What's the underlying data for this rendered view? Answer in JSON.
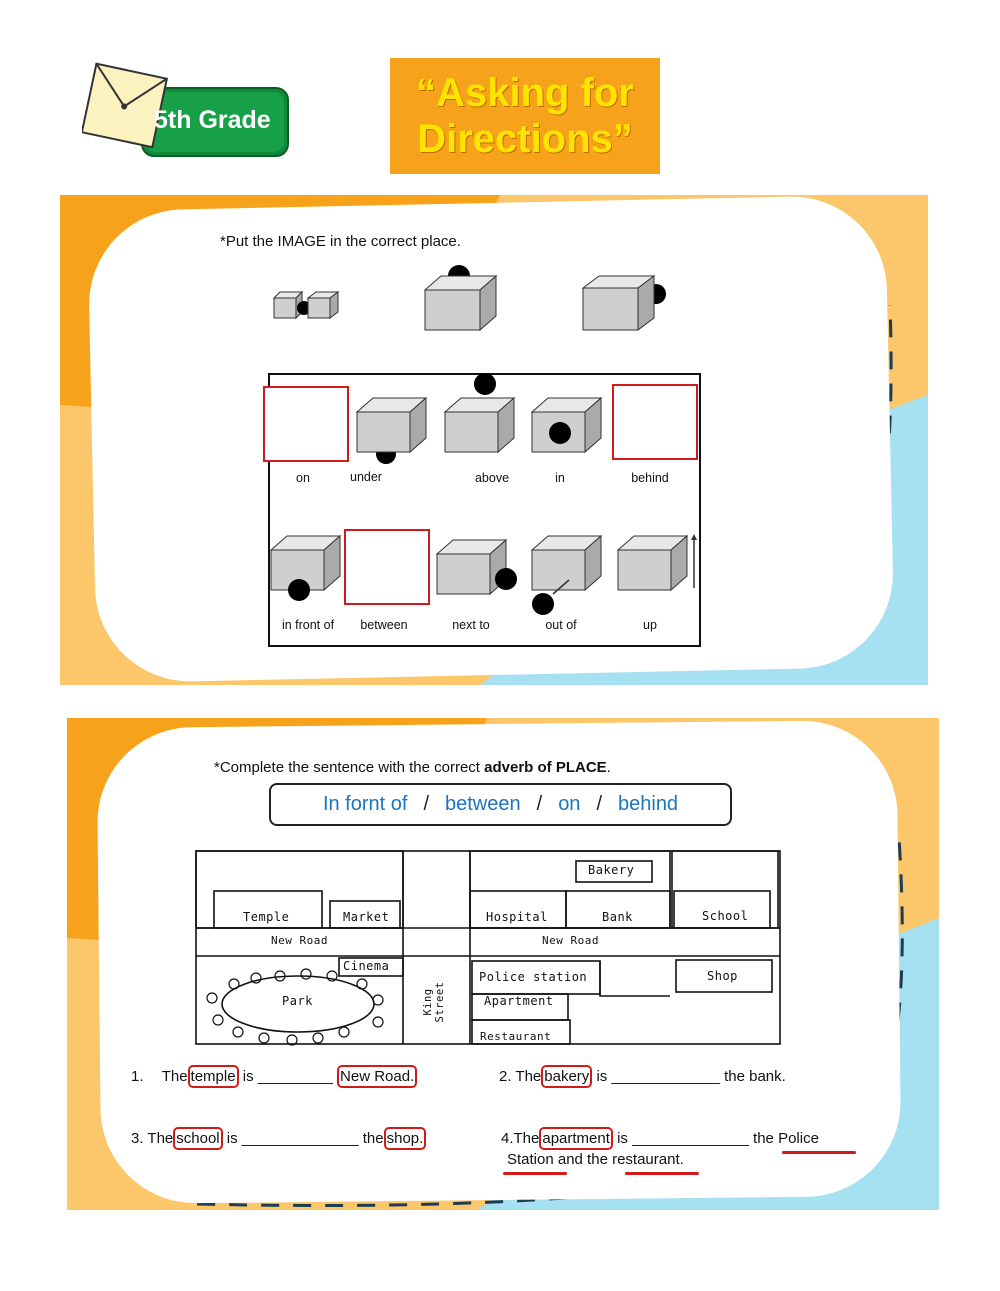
{
  "header": {
    "grade_badge": "5th Grade",
    "title_line1": "“Asking for",
    "title_line2": "Directions”"
  },
  "section1": {
    "instruction": "*Put the IMAGE in the correct place.",
    "labels_row1": [
      "on",
      "under",
      "above",
      "in",
      "behind"
    ],
    "labels_row2": [
      "in front of",
      "between",
      "next to",
      "out of",
      "up"
    ]
  },
  "section2": {
    "instruction_pre": "*Complete the sentence with the correct ",
    "instruction_bold": "adverb of PLACE",
    "instruction_post": ".",
    "word_bank": [
      "In fornt of",
      "between",
      "on",
      "behind"
    ],
    "word_bank_sep": "/",
    "map": {
      "bakery": "Bakery",
      "temple": "Temple",
      "market": "Market",
      "hospital": "Hospital",
      "bank": "Bank",
      "school": "School",
      "new_road_left": "New Road",
      "new_road_right": "New Road",
      "cinema": "Cinema",
      "park": "Park",
      "king_street": "King Street",
      "police_station": "Police station",
      "shop": "Shop",
      "apartment": "Apartment",
      "restaurant": "Restaurant"
    },
    "sentences": {
      "s1_num": "1.",
      "s1_a": "The",
      "s1_circle1": "temple",
      "s1_b": "is _________",
      "s1_circle2": "New Road.",
      "s2_a": "2. The",
      "s2_circle": "bakery",
      "s2_b": "is _____________ the bank.",
      "s3_a": "3. The",
      "s3_circle1": "school",
      "s3_b": "is ______________ the",
      "s3_circle2": "shop.",
      "s4_a": "4.The",
      "s4_circle": "apartment",
      "s4_b": "is ______________",
      "s4_c": "the Police",
      "s4_d": "Station and the restaurant."
    }
  },
  "colors": {
    "orange": "#f7a21b",
    "light_orange": "#fcc76a",
    "sky": "#a6e1f2",
    "dash": "#1e3d52",
    "red": "#d21a1a",
    "blue_text": "#1b74c0",
    "title_yellow": "#ffe400"
  }
}
